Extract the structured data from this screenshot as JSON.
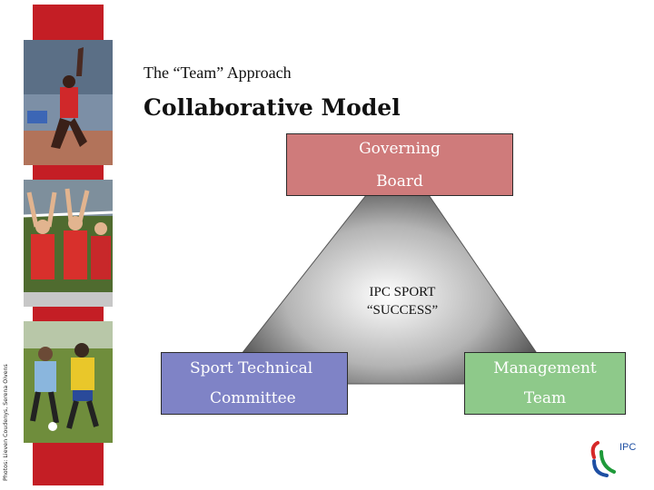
{
  "slide": {
    "subtitle": "The “Team” Approach",
    "title": "Collaborative Model",
    "photo_credit": "Photos: Lieven Coudenys, Serena Oivens",
    "accent_color": "#c41e25"
  },
  "diagram": {
    "top_box": {
      "line1": "Governing",
      "line2": "Board",
      "color": "#cf7b7b"
    },
    "left_box": {
      "line1": "Sport Technical",
      "line2": "Committee",
      "color": "#7f83c6"
    },
    "right_box": {
      "line1": "Management",
      "line2": "Team",
      "color": "#8ec98a"
    },
    "center": {
      "line1": "IPC SPORT",
      "line2": "“SUCCESS”"
    }
  },
  "logo": {
    "text": "IPC"
  }
}
